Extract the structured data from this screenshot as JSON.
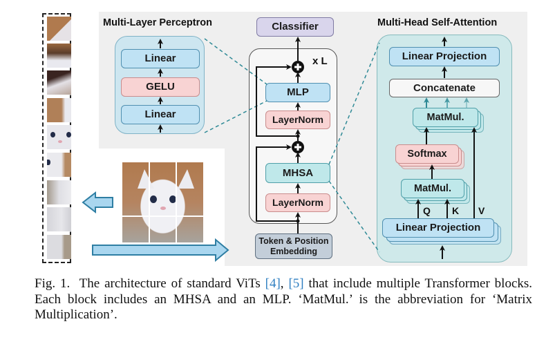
{
  "mlp_panel": {
    "title": "Multi-Layer Perceptron",
    "layers": [
      "Linear",
      "GELU",
      "Linear"
    ]
  },
  "transformer_block": {
    "classifier": "Classifier",
    "repeat_label": "x L",
    "mlp": "MLP",
    "layernorm_top": "LayerNorm",
    "mhsa": "MHSA",
    "layernorm_bottom": "LayerNorm",
    "embedding": "Token & Position Embedding"
  },
  "mhsa_panel": {
    "title": "Multi-Head Self-Attention",
    "linear_projection_top": "Linear Projection",
    "concatenate": "Concatenate",
    "matmul_top": "MatMul.",
    "softmax": "Softmax",
    "matmul_bottom": "MatMul.",
    "linear_projection_bottom": "Linear Projection",
    "inputs": [
      "Q",
      "K",
      "V"
    ]
  },
  "image_patches": {
    "grid": "3x3",
    "patch_count": 9
  },
  "colors": {
    "linear": "#bfe2f4",
    "gelu_layernorm_softmax": "#f8d3d3",
    "mhsa_matmul": "#bfe8ea",
    "classifier": "#d9d5ec",
    "embedding": "#c3ced9",
    "connector_dash": "#2f8a96",
    "ref_link": "#2f7fc1"
  },
  "caption": {
    "prefix": "Fig. 1.",
    "text_1": " The architecture of standard ViTs ",
    "ref_1": "[4]",
    "sep": ", ",
    "ref_2": "[5]",
    "text_2": " that include multiple Transformer blocks. Each block includes an MHSA and an MLP. ‘MatMul.’ is the abbreviation for ‘Matrix Multiplication’."
  }
}
